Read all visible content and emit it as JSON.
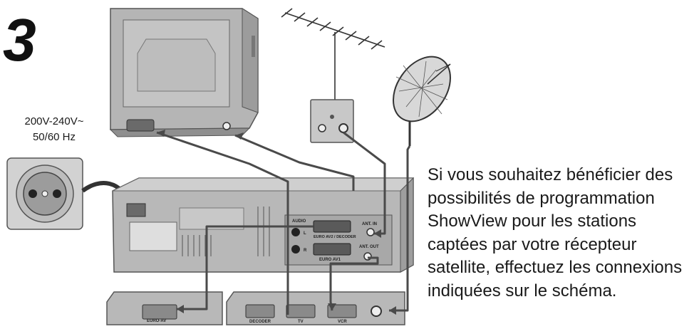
{
  "step_number": "3",
  "power_rating": {
    "voltage": "200V-240V~",
    "frequency": "50/60 Hz"
  },
  "instruction_lines": [
    "Si vous souhaitez bénéficier des",
    "possibilités de programmation",
    "ShowView pour les stations",
    "captées par votre récepteur",
    "satellite, effectuez les connexions",
    "indiquées sur le schéma."
  ],
  "vcr_labels": {
    "audio": "AUDIO",
    "audio_l": "L",
    "audio_r": "R",
    "euro_av2": "EURO AV2 / DECODER",
    "euro_av1": "EURO AV1",
    "ant_in": "ANT. IN",
    "ant_out": "ANT. OUT"
  },
  "receiver_labels": {
    "euro_av": "EURO-AV"
  },
  "satellite_labels": {
    "decoder": "DECODER",
    "tv": "TV",
    "vcr": "VCR"
  },
  "colors": {
    "device_grey": "#b8b8b8",
    "panel_dark": "#8a8a8a",
    "cable": "#4a4a4a"
  }
}
